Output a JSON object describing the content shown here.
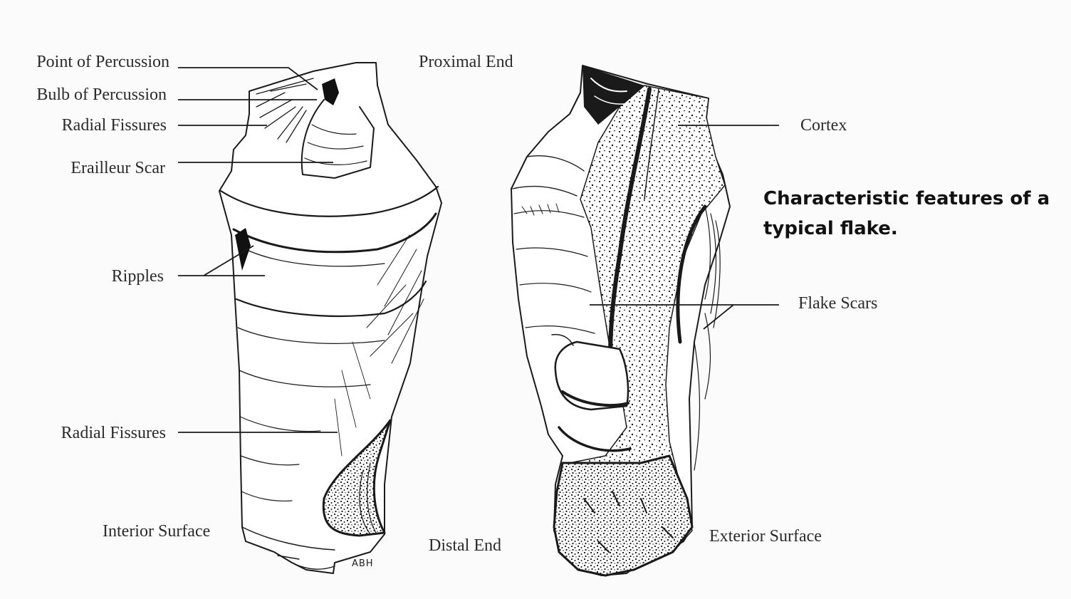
{
  "figure": {
    "caption_line1": "Characteristic features of a",
    "caption_line2": "typical flake.",
    "artist_initials": "ABH",
    "line_color": "#1a1a1a",
    "background": "#fbfbfb"
  },
  "interior_view": {
    "labels": {
      "point_of_percussion": "Point of Percussion",
      "bulb_of_percussion": "Bulb of Percussion",
      "radial_fissures_top": "Radial Fissures",
      "erailleur_scar": "Erailleur Scar",
      "ripples": "Ripples",
      "radial_fissures_bottom": "Radial Fissures",
      "interior_surface": "Interior Surface"
    }
  },
  "ends": {
    "proximal": "Proximal End",
    "distal": "Distal End"
  },
  "exterior_view": {
    "labels": {
      "cortex": "Cortex",
      "flake_scars": "Flake Scars",
      "exterior_surface": "Exterior Surface"
    }
  }
}
